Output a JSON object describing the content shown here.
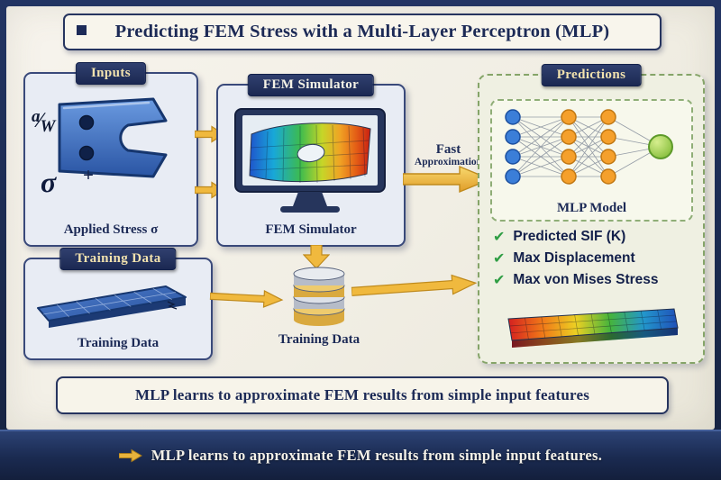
{
  "title": "Predicting FEM Stress with a Multi-Layer Perceptron (MLP)",
  "inputs": {
    "header": "Inputs",
    "ratio": {
      "numerator": "a",
      "slash": "∕",
      "denominator": "W"
    },
    "plus": "+",
    "sigma": "σ",
    "caption": "Applied Stress σ"
  },
  "fem": {
    "header": "FEM Simulator",
    "caption": "FEM Simulator"
  },
  "fast_arrow": {
    "line1": "Fast",
    "line2": "Approximation"
  },
  "predictions": {
    "header": "Predictions",
    "model_label": "MLP Model",
    "items": [
      {
        "check": "✔",
        "label": "Predicted SIF (K)"
      },
      {
        "check": "✔",
        "label": "Max Displacement"
      },
      {
        "check": "✔",
        "label": "Max von Mises Stress"
      }
    ]
  },
  "training": {
    "header": "Training Data",
    "caption": "Training Data"
  },
  "database": {
    "caption": "Training Data"
  },
  "caption_banner": "MLP learns to approximate FEM results from simple input features",
  "footer": {
    "text": "MLP learns to approximate FEM results from simple input features."
  },
  "colors": {
    "navy": "#22305e",
    "gold_arrow": "#edb43e",
    "cream_header_text": "#f2e2ae",
    "check_green": "#2f9e44",
    "dashed_green": "#85a468",
    "node_blue": "#3b7ed8",
    "node_orange": "#f5a02c",
    "node_green": "#8cc63f",
    "paper": "#f4f1e8"
  }
}
